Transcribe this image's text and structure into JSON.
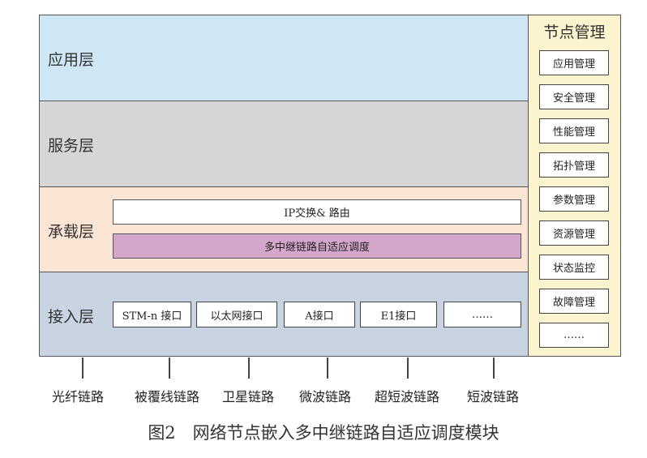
{
  "layers": {
    "application": "应用层",
    "service": "服务层",
    "bearer": "承载层",
    "access": "接入层"
  },
  "bearer_bars": {
    "ip": "IP交换& 路由",
    "relay": "多中继链路自适应调度"
  },
  "interfaces": [
    "STM-n 接口",
    "以太网接口",
    "A接口",
    "E1接口",
    "……"
  ],
  "management": {
    "title": "节点管理",
    "items": [
      "应用管理",
      "安全管理",
      "性能管理",
      "拓扑管理",
      "参数管理",
      "资源管理",
      "状态监控",
      "故障管理",
      "……"
    ]
  },
  "links": [
    "光纤链路",
    "被覆线链路",
    "卫星链路",
    "微波链路",
    "超短波链路",
    "短波链路"
  ],
  "caption": "图2　网络节点嵌入多中继链路自适应调度模块",
  "colors": {
    "application": "#cfe6f5",
    "service": "#d6d6d6",
    "bearer": "#fbe5d5",
    "access": "#c9d4e3",
    "relay_bar": "#d4a6cc",
    "management": "#fbf4cf"
  }
}
